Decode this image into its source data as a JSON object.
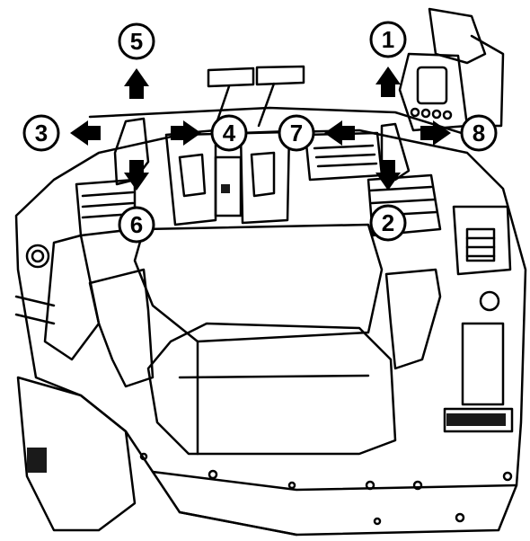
{
  "diagram": {
    "colors": {
      "ink": "#000000",
      "paper": "#ffffff",
      "shade": "#1a1a1a"
    },
    "callouts": [
      {
        "id": "1",
        "label": "1",
        "arrow": "up"
      },
      {
        "id": "2",
        "label": "2",
        "arrow": "down"
      },
      {
        "id": "3",
        "label": "3",
        "arrow": "left"
      },
      {
        "id": "4",
        "label": "4",
        "arrow": "right"
      },
      {
        "id": "5",
        "label": "5",
        "arrow": "up"
      },
      {
        "id": "6",
        "label": "6",
        "arrow": "down"
      },
      {
        "id": "7",
        "label": "7",
        "arrow": "left"
      },
      {
        "id": "8",
        "label": "8",
        "arrow": "right"
      }
    ]
  }
}
